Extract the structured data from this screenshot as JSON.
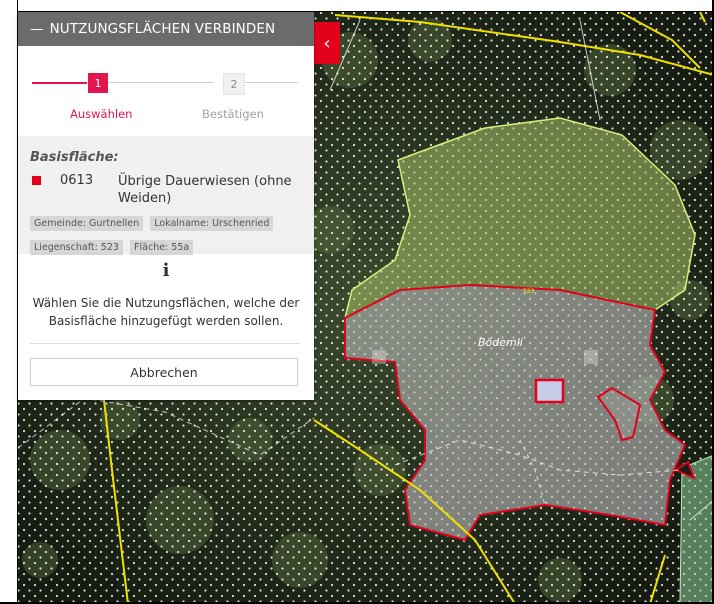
{
  "panel": {
    "title": "NUTZUNGSFLÄCHEN VERBINDEN",
    "dash": "—",
    "steps": [
      {
        "number": "1",
        "label": "Auswählen"
      },
      {
        "number": "2",
        "label": "Bestätigen"
      }
    ],
    "basis": {
      "heading": "Basisfläche:",
      "code": "0613",
      "name": "Übrige Dauerwiesen (ohne Weiden)",
      "tags": [
        "Gemeinde: Gurtnellen",
        "Lokalname: Urschenried",
        "Liegenschaft: 523",
        "Fläche: 55a"
      ]
    },
    "info_glyph": "i",
    "info_text": "Wählen Sie die Nutzungsflächen, welche der Basisfläche hinzugefügt werden sollen.",
    "cancel_label": "Abbrechen"
  },
  "collapse_glyph": "‹",
  "map": {
    "place_label": "Bödemli",
    "parcel_label": "523"
  },
  "colors": {
    "accent": "#e2154f",
    "parcel_red": "#e2001a",
    "selected_green": "#a6c36a",
    "boundary_yellow": "#f0e000"
  }
}
